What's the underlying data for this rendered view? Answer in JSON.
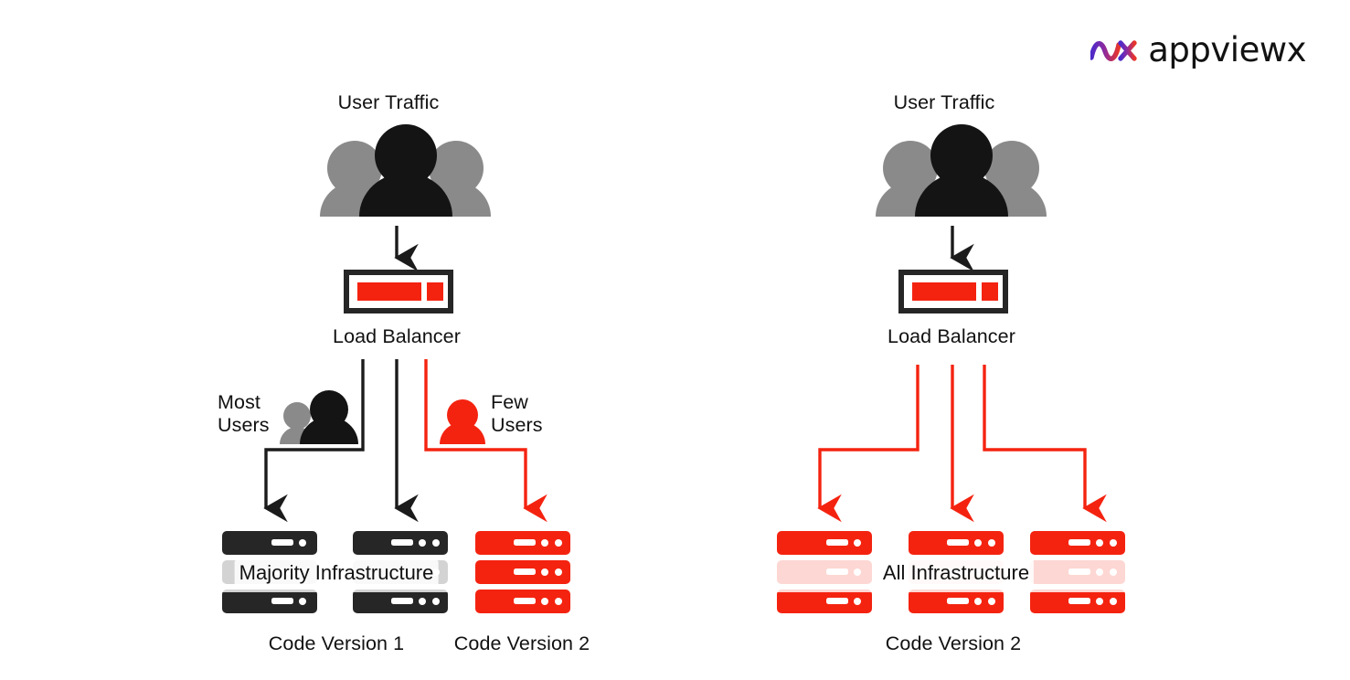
{
  "brand": {
    "name": "appviewx",
    "mark_icon": "appviewx-wave-mark-icon",
    "gradient_from": "#4B2ACB",
    "gradient_mid": "#8E2A9E",
    "gradient_to": "#E8352A"
  },
  "colors": {
    "red": "#F42310",
    "dark": "#262626",
    "gray": "#8A8A8A",
    "black": "#111111",
    "white": "#FFFFFF"
  },
  "panels": [
    {
      "id": "canary-deployment",
      "user_traffic_label": "User Traffic",
      "users_icon": "user-group-icon",
      "load_balancer_label": "Load Balancer",
      "load_balancer_icon": "load-balancer-icon",
      "branches": [
        {
          "id": "most-users",
          "label_line1": "Most",
          "label_line2": "Users",
          "icon": "two-users-icon",
          "color": "#262626"
        },
        {
          "id": "few-users",
          "label_line1": "Few",
          "label_line2": "Users",
          "icon": "single-user-icon",
          "color": "#F42310"
        }
      ],
      "infrastructure_band_label": "Majority Infrastructure",
      "server_columns": [
        {
          "id": "col-1",
          "color": "dark",
          "leds": 1,
          "rows": 3
        },
        {
          "id": "col-2",
          "color": "dark",
          "leds": 2,
          "rows": 3
        },
        {
          "id": "col-3",
          "color": "red",
          "leds": 2,
          "rows": 3
        }
      ],
      "version_labels": [
        {
          "id": "code-version-1",
          "text": "Code Version 1"
        },
        {
          "id": "code-version-2",
          "text": "Code Version 2"
        }
      ]
    },
    {
      "id": "full-rollout",
      "user_traffic_label": "User Traffic",
      "users_icon": "user-group-icon",
      "load_balancer_label": "Load Balancer",
      "load_balancer_icon": "load-balancer-icon",
      "branches": [],
      "infrastructure_band_label": "All Infrastructure",
      "server_columns": [
        {
          "id": "col-1",
          "color": "red",
          "leds": 1,
          "rows": 3
        },
        {
          "id": "col-2",
          "color": "red",
          "leds": 2,
          "rows": 3
        },
        {
          "id": "col-3",
          "color": "red",
          "leds": 2,
          "rows": 3
        }
      ],
      "version_labels": [
        {
          "id": "code-version-2",
          "text": "Code Version 2"
        }
      ]
    }
  ]
}
